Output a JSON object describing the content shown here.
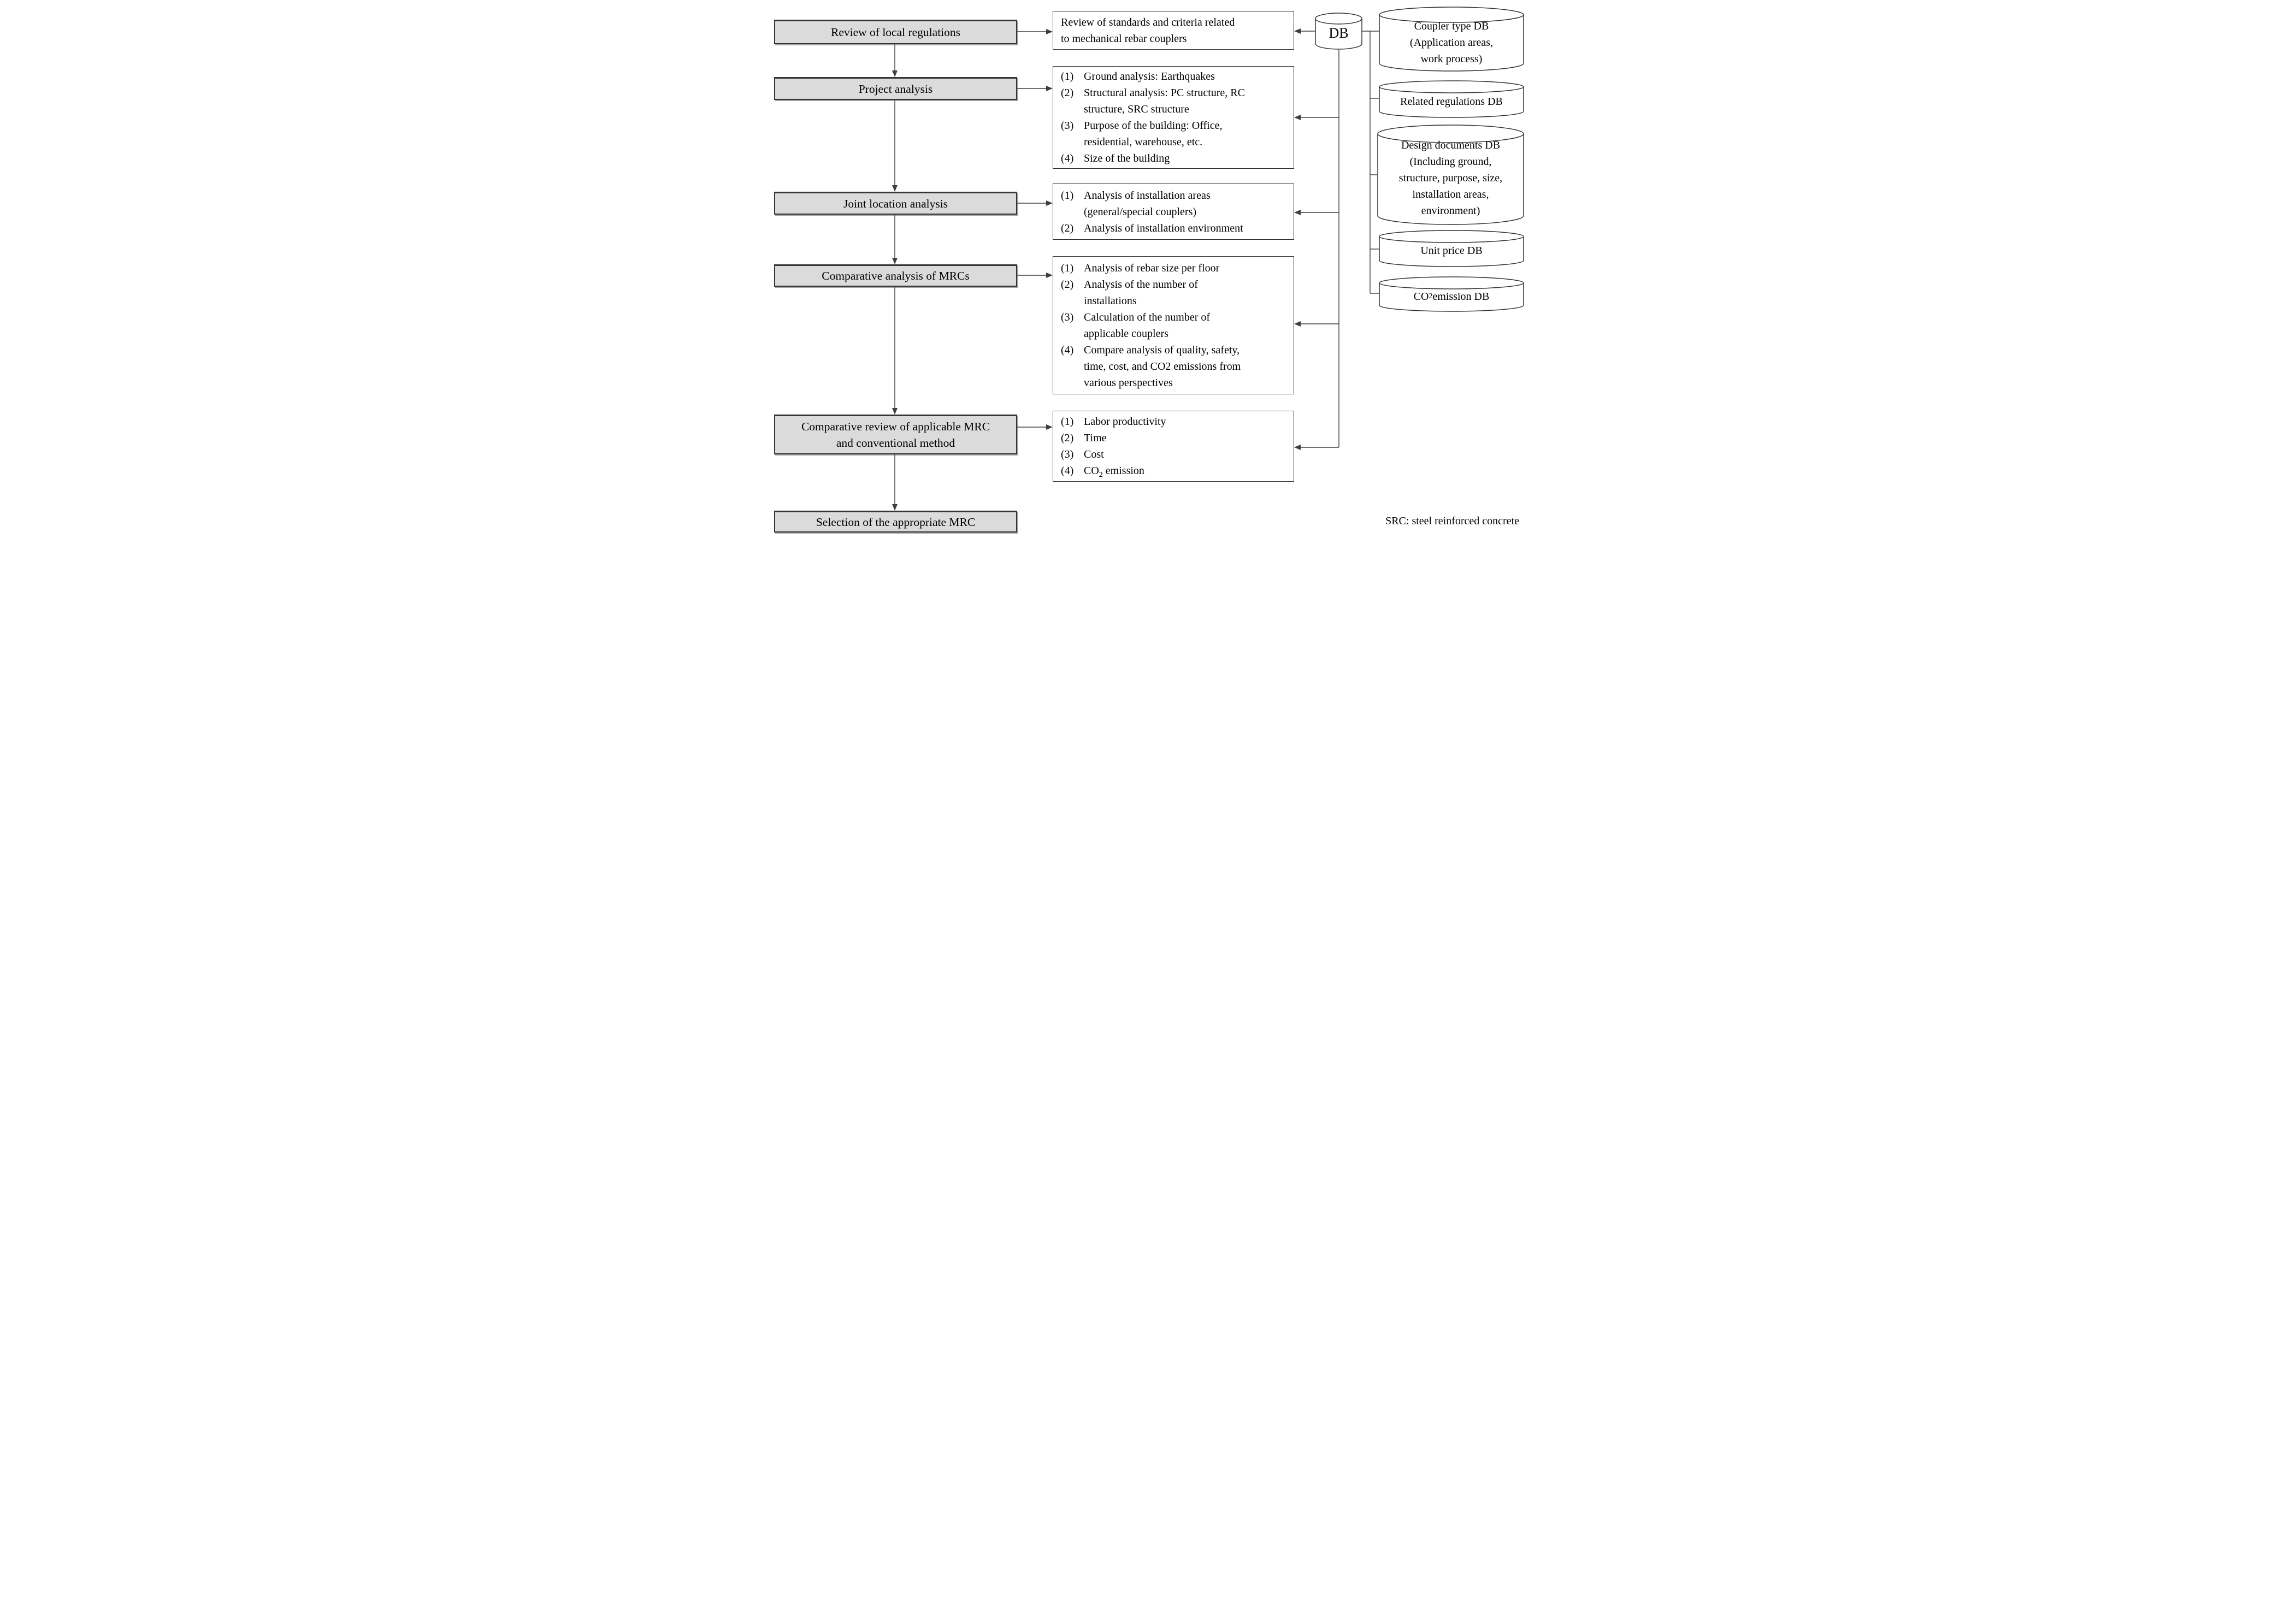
{
  "title": "MRC selection process flowchart",
  "colors": {
    "step_fill": "#dbdbdb",
    "box_fill": "#ffffff",
    "line": "#3f3f3f",
    "text": "#000000"
  },
  "flow_steps": [
    {
      "label": "Review of local regulations"
    },
    {
      "label": "Project analysis"
    },
    {
      "label": "Joint location analysis"
    },
    {
      "label": "Comparative analysis of MRCs"
    },
    {
      "label": "Comparative review of applicable MRC\nand conventional method"
    },
    {
      "label": "Selection of the appropriate MRC"
    }
  ],
  "detail_boxes": {
    "standards": {
      "text": "Review of standards and criteria related\nto mechanical rebar couplers"
    },
    "project": {
      "items": [
        {
          "num": "(1)",
          "text": "Ground analysis: Earthquakes"
        },
        {
          "num": "(2)",
          "text": "Structural analysis: PC structure, RC\nstructure, SRC structure"
        },
        {
          "num": "(3)",
          "text": "Purpose of the building: Office,\nresidential, warehouse, etc."
        },
        {
          "num": "(4)",
          "text": "Size of the building"
        }
      ]
    },
    "joint": {
      "items": [
        {
          "num": "(1)",
          "text": "Analysis of installation areas\n(general/special couplers)"
        },
        {
          "num": "(2)",
          "text": "Analysis of installation environment"
        }
      ]
    },
    "comparative": {
      "items": [
        {
          "num": "(1)",
          "text": "Analysis of rebar size per floor"
        },
        {
          "num": "(2)",
          "text": "Analysis of the number of\ninstallations"
        },
        {
          "num": "(3)",
          "text": "Calculation of the number of\napplicable couplers"
        },
        {
          "num": "(4)",
          "text": "Compare analysis of quality, safety,\ntime, cost, and CO2 emissions from\nvarious perspectives"
        }
      ]
    },
    "review": {
      "items": [
        {
          "num": "(1)",
          "text": "Labor productivity"
        },
        {
          "num": "(2)",
          "text": "Time"
        },
        {
          "num": "(3)",
          "text": "Cost"
        },
        {
          "num": "(4)",
          "pre": "CO",
          "sub": "2",
          "post": " emission"
        }
      ]
    }
  },
  "db_hub": {
    "label": "DB"
  },
  "databases": {
    "coupler": {
      "label": "Coupler type DB\n(Application areas,\nwork process)"
    },
    "regulations": {
      "label": "Related regulations DB"
    },
    "design": {
      "label": "Design documents DB\n(Including ground,\nstructure, purpose, size,\ninstallation areas,\nenvironment)"
    },
    "unit_price": {
      "label": "Unit price DB"
    },
    "co2": {
      "pre": "CO",
      "sub": "2",
      "post": " emission DB"
    }
  },
  "footnote": "SRC: steel reinforced concrete"
}
